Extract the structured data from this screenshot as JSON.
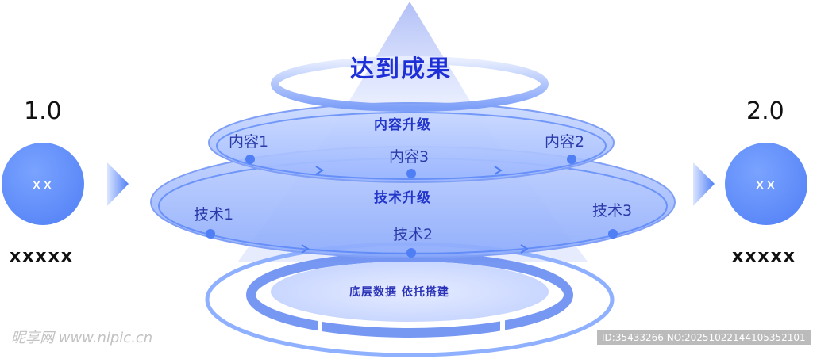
{
  "diagram": {
    "main_title": "达到成果",
    "left": {
      "version": "1.0",
      "circle_label": "xx",
      "caption": "xxxxx"
    },
    "right": {
      "version": "2.0",
      "circle_label": "xx",
      "caption": "xxxxx"
    },
    "content_layer": {
      "title": "内容升级",
      "nodes": [
        "内容1",
        "内容3",
        "内容2"
      ]
    },
    "tech_layer": {
      "title": "技术升级",
      "nodes": [
        "技术1",
        "技术2",
        "技术3"
      ]
    },
    "base_layer": {
      "title": "底层数据  依托搭建"
    },
    "colors": {
      "primary": "#4f7ef5",
      "title": "#1f2fd8",
      "ring": "#8fb0ff",
      "layer_fill": "#b9cbff"
    }
  },
  "watermark": {
    "left": "昵享网 www.nipic.cn",
    "right": "ID:35433266 NO:20251022144105352101"
  }
}
